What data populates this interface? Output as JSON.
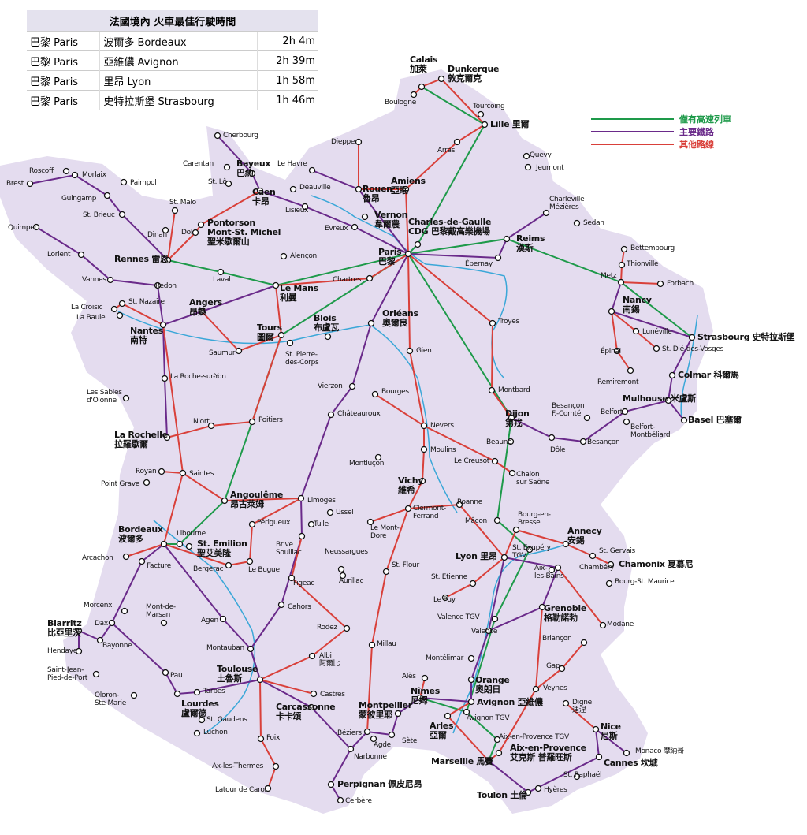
{
  "timetable": {
    "title": "法國境內 火車最佳行駛時間",
    "rows": [
      {
        "from": "巴黎 Paris",
        "to": "波爾多 Bordeaux",
        "time": "2h 4m"
      },
      {
        "from": "巴黎 Paris",
        "to": "亞維儂 Avignon",
        "time": "2h 39m"
      },
      {
        "from": "巴黎 Paris",
        "to": "里昂 Lyon",
        "time": "1h 58m"
      },
      {
        "from": "巴黎 Paris",
        "to": "史特拉斯堡 Strasbourg",
        "time": "1h 46m"
      }
    ]
  },
  "legend": [
    {
      "label": "僅有高速列車",
      "color": "#1e9a4a"
    },
    {
      "label": "主要鐵路",
      "color": "#6a2a8a"
    },
    {
      "label": "其他路線",
      "color": "#d9403a"
    }
  ],
  "colors": {
    "land": "#e4dcef",
    "river": "#3aa7d8"
  },
  "cities": {
    "calais": "Calais\n加萊",
    "dunkerque": "Dunkerque\n敦克爾克",
    "boulogne": "Boulogne",
    "tourcoing": "Tourcoing",
    "lille": "Lille 里爾",
    "arras": "Arras",
    "quevy": "Quevy",
    "jeumont": "Jeumont",
    "amiens": "Amiens\n亞眠",
    "dieppe": "Dieppe",
    "cherbourg": "Cherbourg",
    "lehavre": "Le Havre",
    "rouen": "Rouen\n魯昂",
    "carentan": "Carentan",
    "bayeux": "Bayeux\n巴約",
    "stlo": "St. Lô",
    "caen": "Caen\n卡昂",
    "deauville": "Deauville",
    "lisieux": "Lisieux",
    "evreux": "Evreux",
    "vernon": "Vernon\n韋爾農",
    "cdg": "Charles-de-Gaulle\nCDG 巴黎戴高樂機場",
    "paris": "Paris\n巴黎",
    "reims": "Reims\n漢斯",
    "epernay": "Épernay",
    "charleville": "Charleville\nMézières",
    "sedan": "Sedan",
    "roscoff": "Roscoff",
    "morlaix": "Morlaix",
    "brest": "Brest",
    "paimpol": "Paimpol",
    "guingamp": "Guingamp",
    "stmalo": "St. Malo",
    "stbrieuc": "St. Brieuc",
    "pontorson": "Pontorson\nMont-St. Michel\n聖米歇爾山",
    "dol": "Dol",
    "dinan": "Dinan",
    "quimper": "Quimper",
    "lorient": "Lorient",
    "rennes": "Rennes 雷恩",
    "alencon": "Alençon",
    "vannes": "Vannes",
    "redon": "Redon",
    "laval": "Laval",
    "chartres": "Chartres",
    "lemans": "Le Mans\n利曼",
    "lacroisic": "La Croisic",
    "labaule": "La Baule",
    "stnazaire": "St. Nazaire",
    "angers": "Angers\n昂熱",
    "nantes": "Nantes\n南特",
    "tours": "Tours\n圖爾",
    "blois": "Blois\n布盧瓦",
    "orleans": "Orléans\n奧爾良",
    "stpierre": "St. Pierre-\ndes-Corps",
    "saumur": "Saumur",
    "gien": "Gien",
    "vierzon": "Vierzon",
    "bourges": "Bourges",
    "troyes": "Troyes",
    "larochesuryon": "La Roche-sur-Yon",
    "sables": "Les Sables\nd'Olonne",
    "chateauroux": "Châteauroux",
    "nevers": "Nevers",
    "montbard": "Montbard",
    "niort": "Niort",
    "poitiers": "Poitiers",
    "larochelle": "La Rochelle\n拉羅歇爾",
    "moulins": "Moulins",
    "lecreusot": "Le Creusot",
    "montlucon": "Montluçon",
    "royan": "Royan",
    "pointgrave": "Point Grave",
    "saintes": "Saintes",
    "vichy": "Vichy\n維希",
    "angouleme": "Angoulême\n昂古萊姆",
    "limoges": "Limoges",
    "clermont": "Clermont-\nFerrand",
    "ussel": "Ussel",
    "tulle": "Tulle",
    "montdore": "Le Mont-\nDore",
    "roanne": "Roanne",
    "macon": "Mâcon",
    "bordeaux": "Bordeaux\n波爾多",
    "libourne": "Libourne",
    "perigueux": "Périgueux",
    "brive": "Brive\nSouillac",
    "neussargues": "Neussargues",
    "stemilion": "St. Emilion\n聖艾美隆",
    "bergerac": "Bergerac",
    "lebugue": "Le Bugue",
    "arcachon": "Arcachon",
    "facture": "Facture",
    "figeac": "Figeac",
    "aurillac": "Aurillac",
    "stflour": "St. Flour",
    "lyon": "Lyon 里昂",
    "stexupery": "St. Exupéry\nTGV",
    "bourgenbresse": "Bourg-en-\nBresse",
    "annecy": "Annecy\n安錫",
    "stgervais": "St. Gervais",
    "chamonix": "Chamonix 夏慕尼",
    "aixlesbains": "Aix-\nles-Bains",
    "chambery": "Chambéry",
    "bourgstmaurice": "Bourg-St. Maurice",
    "stetienne": "St. Etienne",
    "cahors": "Cahors",
    "lepuy": "Le Puy",
    "valencetgv": "Valence TGV",
    "valence": "Valence",
    "grenoble": "Grenoble\n格勒諾勃",
    "morcenx": "Morcenx",
    "montdemarsan": "Mont-de-\nMarsan",
    "agen": "Agen",
    "dax": "Dax",
    "biarritz": "Biarritz\n比亞里茨",
    "bayonne": "Bayonne",
    "hendaye": "Hendaye",
    "rodez": "Rodez",
    "modane": "Modane",
    "montauban": "Montauban",
    "millau": "Millau",
    "briancon": "Briançon",
    "albi": "Albi\n阿爾比",
    "montelimar": "Montélimar",
    "gap": "Gap",
    "stjean": "Saint-Jean-\nPied-de-Port",
    "pau": "Pau",
    "toulouse": "Toulouse\n土魯斯",
    "ales": "Alès",
    "orange": "Orange\n奧朗日",
    "veynes": "Veynes",
    "nimes": "Nîmes\n尼姆",
    "oloron": "Oloron-\nSte Marie",
    "lourdes": "Lourdes\n盧爾德",
    "tarbes": "Tarbes",
    "castres": "Castres",
    "avignon": "Avignon 亞維儂",
    "avignontgv": "Avignon TGV",
    "digne": "Digne\n迪涅",
    "stgaudens": "St. Gaudens",
    "luchon": "Luchon",
    "carcassonne": "Carcassonne\n卡卡頌",
    "montpellier": "Montpellier\n蒙彼里耶",
    "arles": "Arles\n亞爾",
    "beziers": "Béziers",
    "agde": "Agde",
    "sete": "Sète",
    "foix": "Foix",
    "aixtgv": "Aix-en-Provence TGV",
    "aix": "Aix-en-Provence\n艾克斯 普羅旺斯",
    "nice": "Nice\n尼斯",
    "narbonne": "Narbonne",
    "marseille": "Marseille 馬賽",
    "monaco": "Monaco 摩納哥",
    "cannes": "Cannes 坎城",
    "axlesthermes": "Ax-les-Thermes",
    "straphael": "St. Raphaël",
    "perpignan": "Perpignan 佩皮尼昂",
    "latour": "Latour de Carol",
    "toulon": "Toulon 土倫",
    "hyeres": "Hyères",
    "cerbere": "Cerbère",
    "bettembourg": "Bettembourg",
    "thionville": "Thionville",
    "metz": "Metz",
    "forbach": "Forbach",
    "nancy": "Nancy\n南錫",
    "luneville": "Lunéville",
    "strasbourg": "Strasbourg 史特拉斯堡",
    "epinal": "Épinal",
    "stdie": "St. Dié-des-Vosges",
    "remiremont": "Remiremont",
    "colmar": "Colmar 科爾馬",
    "mulhouse": "Mulhouse 米盧斯",
    "belfort": "Belfort",
    "belfortmontbeliard": "Belfort-\nMontbéliard",
    "basel": "Basel 巴塞爾",
    "besanconfc": "Besançon\nF.-Comté",
    "dijon": "Dijon\n第戎",
    "beaune": "Beaune",
    "dole": "Dôle",
    "besancon": "Besançon",
    "chalon": "Chalon\nsur Saône"
  }
}
